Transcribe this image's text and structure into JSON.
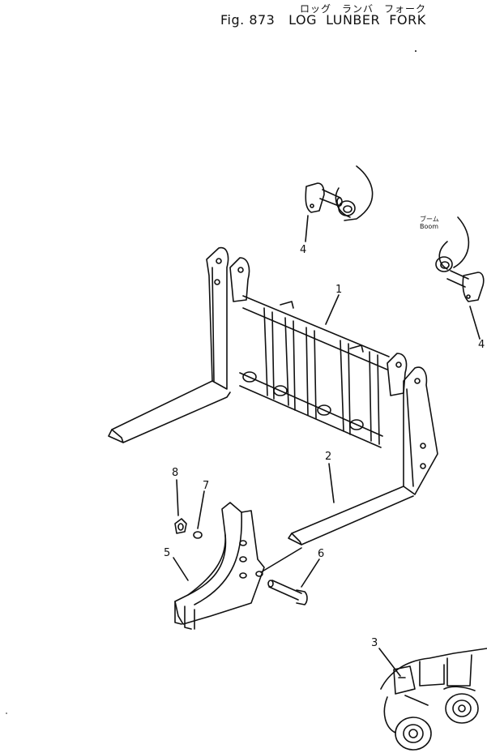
{
  "header": {
    "japanese_title": "ロッグ　ランバ　フォーク",
    "figure_number": "Fig. 873",
    "title": "LOG  LUNBER  FORK"
  },
  "boom_label": {
    "japanese": "ブーム",
    "english": "Boom"
  },
  "callouts": [
    "1",
    "2",
    "3",
    "4",
    "4",
    "5",
    "6",
    "7",
    "8"
  ]
}
